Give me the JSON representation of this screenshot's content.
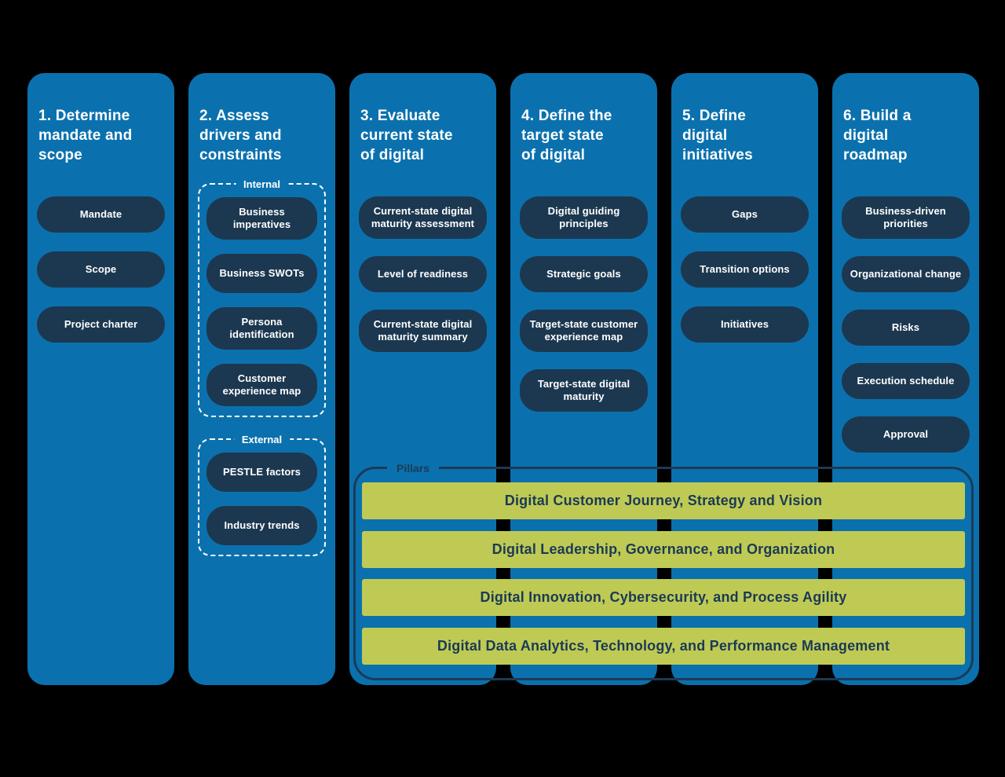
{
  "colors": {
    "background": "#000000",
    "column_blue": "#0b71ae",
    "pill_navy": "#1c3850",
    "bar_yellow": "#bfca55",
    "navy_text": "#1b3a55",
    "white": "#ffffff"
  },
  "columns": [
    {
      "title": "1. Determine\nmandate and\nscope",
      "pills": [
        "Mandate",
        "Scope",
        "Project charter"
      ]
    },
    {
      "title": "2. Assess\ndrivers and\nconstraints",
      "groups": [
        {
          "label": "Internal",
          "pills": [
            "Business imperatives",
            "Business SWOTs",
            "Persona identification",
            "Customer experience map"
          ]
        },
        {
          "label": "External",
          "pills": [
            "PESTLE factors",
            "Industry trends"
          ]
        }
      ]
    },
    {
      "title": "3. Evaluate\ncurrent state\nof digital",
      "pills": [
        "Current-state digital maturity assessment",
        "Level of readiness",
        "Current-state digital maturity summary"
      ]
    },
    {
      "title": "4. Define the\ntarget state\nof digital",
      "pills": [
        "Digital guiding principles",
        "Strategic goals",
        "Target-state customer experience map",
        "Target-state digital maturity"
      ]
    },
    {
      "title": "5. Define\ndigital\ninitiatives",
      "pills": [
        "Gaps",
        "Transition options",
        "Initiatives"
      ]
    },
    {
      "title": "6. Build a\ndigital\nroadmap",
      "pills": [
        "Business-driven priorities",
        "Organizational change",
        "Risks",
        "Execution schedule",
        "Approval"
      ]
    }
  ],
  "pillars": {
    "label": "Pillars",
    "items": [
      "Digital Customer Journey, Strategy and Vision",
      "Digital Leadership, Governance, and Organization",
      "Digital Innovation, Cybersecurity, and Process Agility",
      "Digital Data Analytics, Technology, and Performance Management"
    ]
  }
}
